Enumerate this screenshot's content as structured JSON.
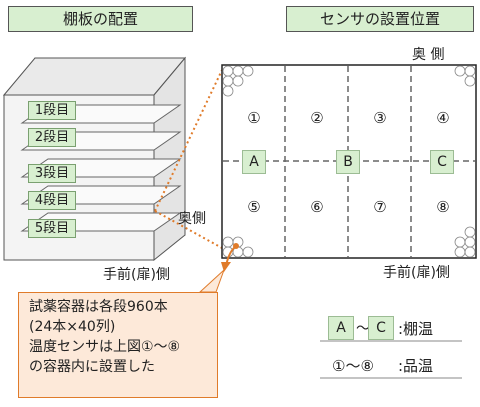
{
  "titles": {
    "left": "棚板の配置",
    "right": "センサの設置位置"
  },
  "shelves": [
    "1段目",
    "2段目",
    "3段目",
    "4段目",
    "5段目"
  ],
  "labels": {
    "back_top": "奥 側",
    "back_mid": "奥側",
    "front_left": "手前(扉)側",
    "front_right": "手前(扉)側"
  },
  "sensors_top": [
    "①",
    "②",
    "③",
    "④"
  ],
  "sensors_bottom": [
    "⑤",
    "⑥",
    "⑦",
    "⑧"
  ],
  "shelf_sensors": [
    "A",
    "B",
    "C"
  ],
  "note_lines": [
    "試薬容器は各段960本",
    "(24本×40列)",
    "温度センサは上図①～⑧",
    "の容器内に設置した"
  ],
  "legend": {
    "a": "A",
    "tilde1": "～",
    "c": "C",
    "shelf_temp": ":棚温",
    "items_range": "①～⑧",
    "product_temp": ":品温"
  },
  "colors": {
    "label_bg": "#d8efd0",
    "note_bg": "#fde9d9",
    "accent": "#e07b2a"
  }
}
